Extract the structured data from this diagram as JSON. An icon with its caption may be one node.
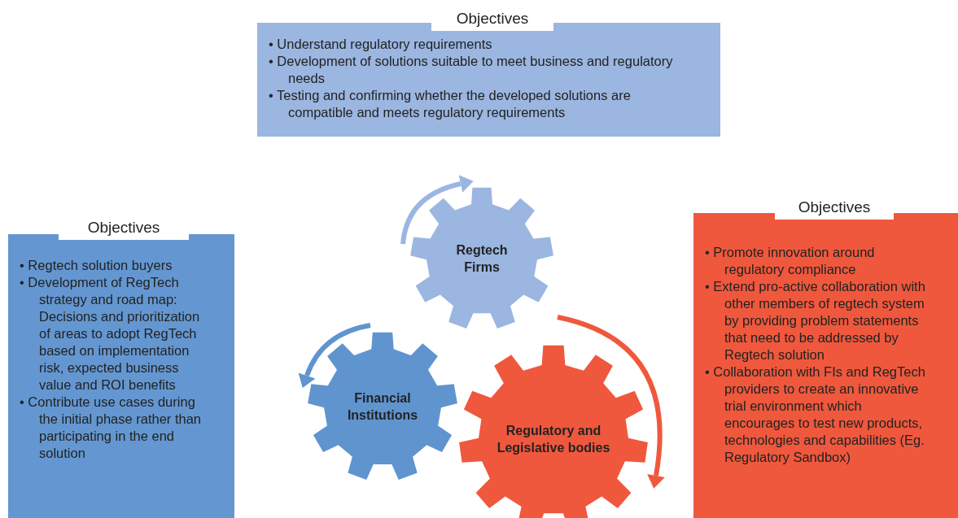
{
  "diagram": {
    "nodes": [
      {
        "text": [
          "Objectives",
          "• Understand regulatory requirements",
          "• Development of solutions suitable to meet business and regulatory needs",
          "• Testing and confirming whether the developed solutions are compatible and meets regulatory requirements"
        ]
      },
      {
        "text": [
          "Objectives",
          "• Regtech solution buyers",
          "• Development of RegTech strategy and road map: Decisions and prioritization of areas to adopt RegTech based on implementation risk, expected business value and ROI benefits",
          "• Contribute use cases during the initial phase rather than participating in the end solution"
        ]
      },
      {
        "text": [
          "Objectives",
          "• Promote innovation around regulatory compliance",
          "• Extend pro-active collaboration with other members of regtech system by providing problem statements that need to be addressed by Regtech solution",
          "• Collaboration with FIs and RegTech providers to create an innovative trial environment which encourages to test new products, technologies and capabilities (Eg. Regulatory Sandbox)"
        ]
      },
      {
        "text": [
          "Regtech Firms"
        ]
      },
      {
        "text": [
          "Financial Institutions"
        ]
      },
      {
        "text": [
          "Regulatory and Legislative bodies"
        ]
      }
    ],
    "edges": []
  }
}
